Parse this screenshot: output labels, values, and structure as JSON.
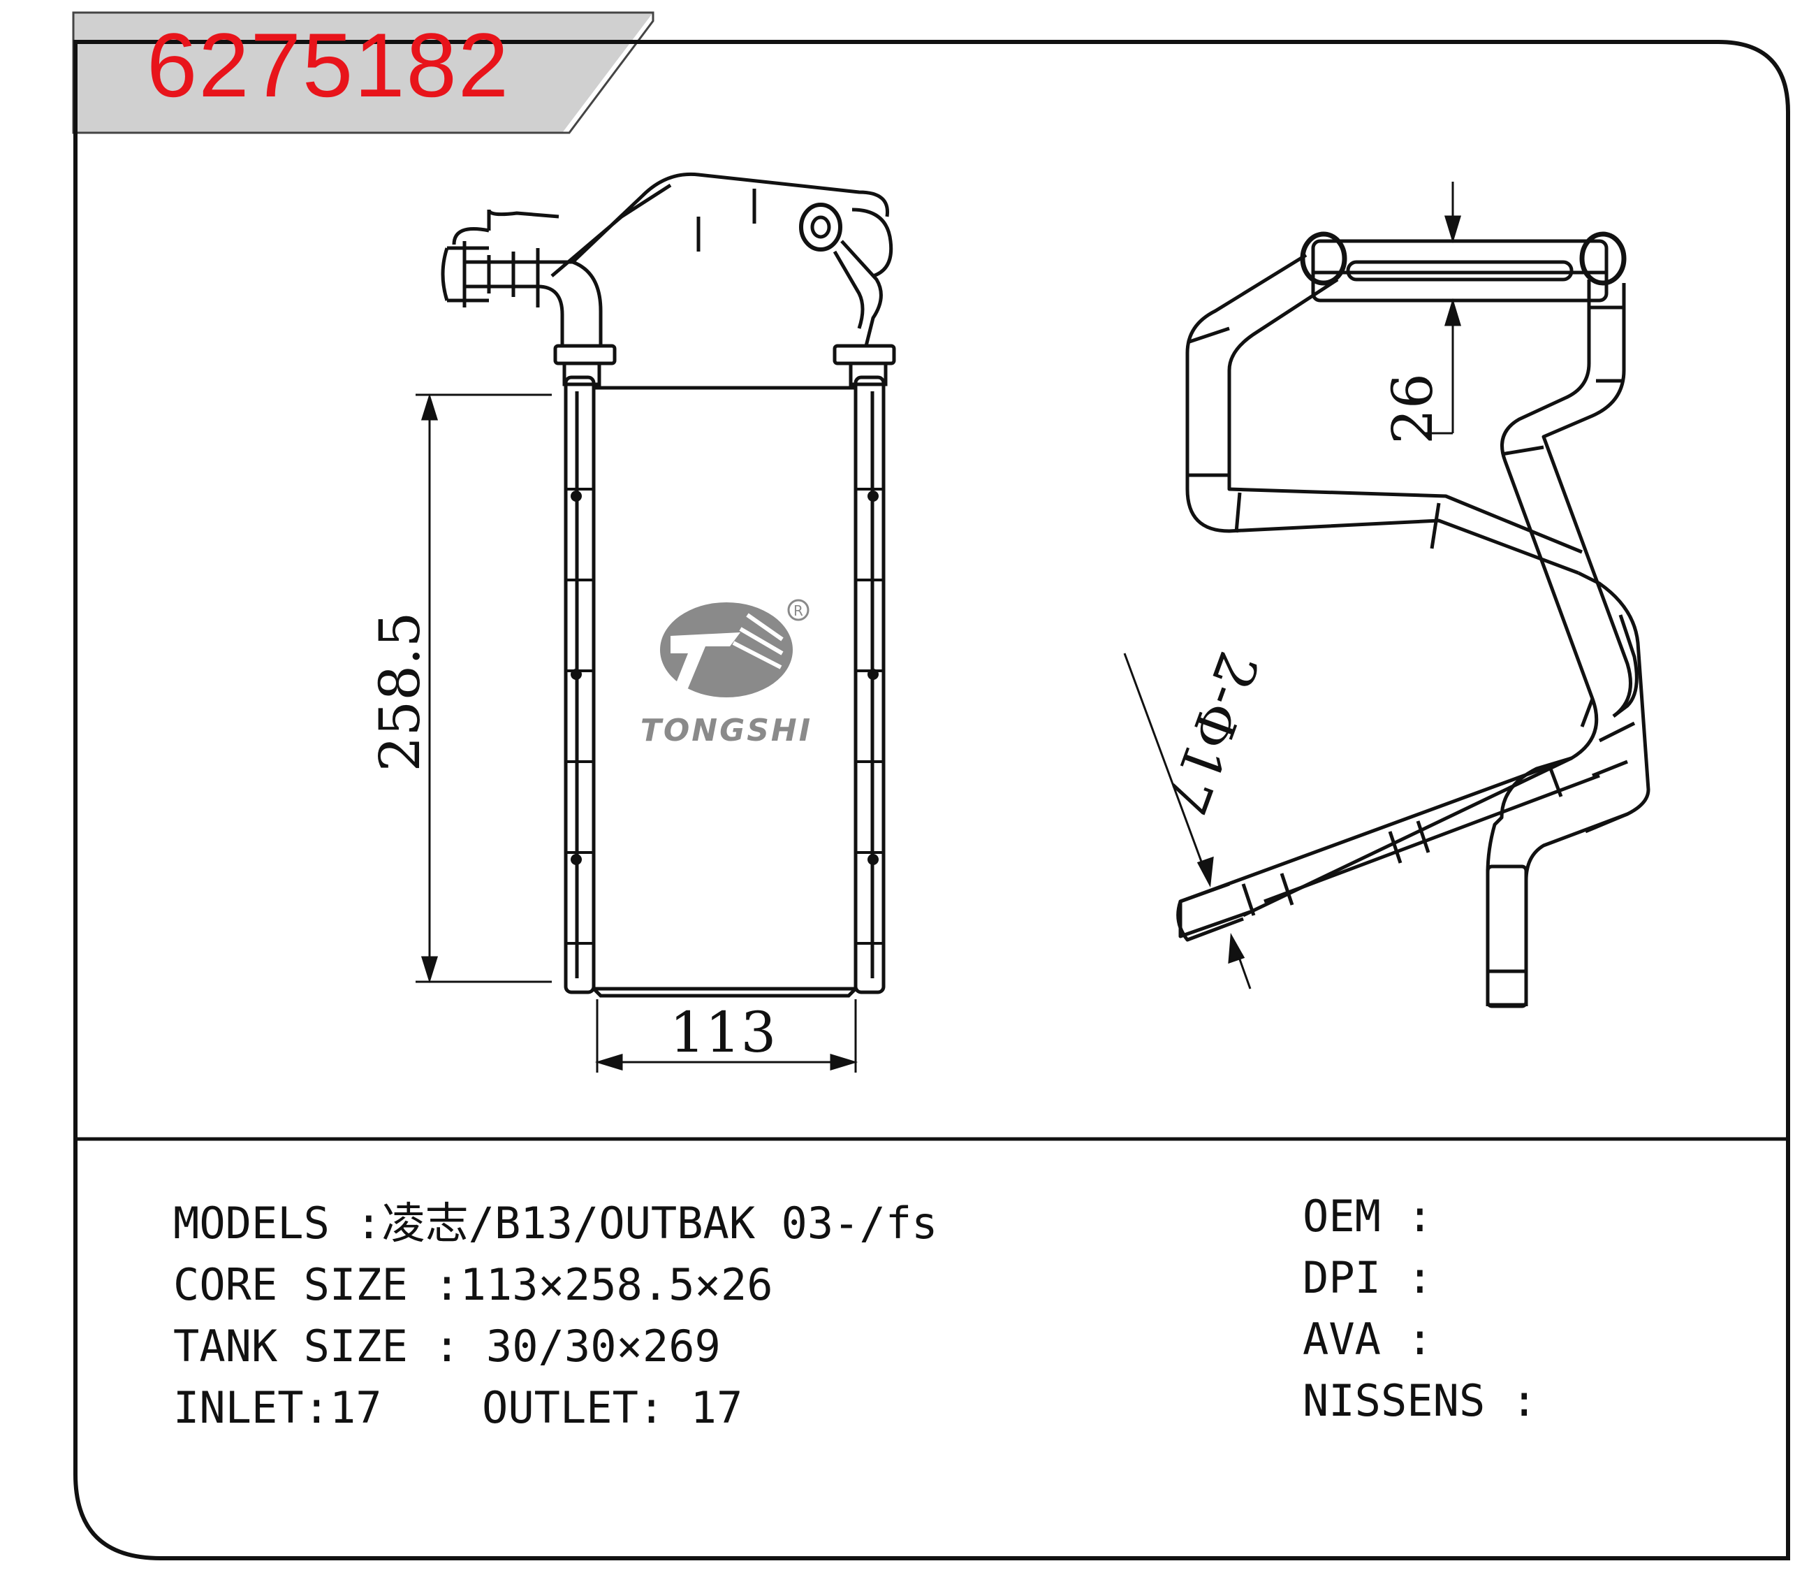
{
  "header": {
    "part_number": "6275182"
  },
  "brand": {
    "logo_text": "TONGSHI",
    "registered_mark": "®"
  },
  "dimensions": {
    "core_height": "258.5",
    "core_width": "113",
    "core_depth": "26",
    "pipe_callout": "2-Φ17"
  },
  "specs": {
    "models": "MODELS :凌志/B13/OUTBAK 03-/fs",
    "core_size": "CORE SIZE :113×258.5×26",
    "tank_size": "TANK SIZE : 30/30×269",
    "inlet": "INLET:17",
    "outlet": "OUTLET: 17"
  },
  "cross_ref": {
    "oem": "OEM :",
    "dpi": "DPI :",
    "ava": "AVA :",
    "nissens": "NISSENS :"
  },
  "colors": {
    "part_number": "#e8141b",
    "line": "#111111",
    "logo": "#8a8a8a"
  }
}
